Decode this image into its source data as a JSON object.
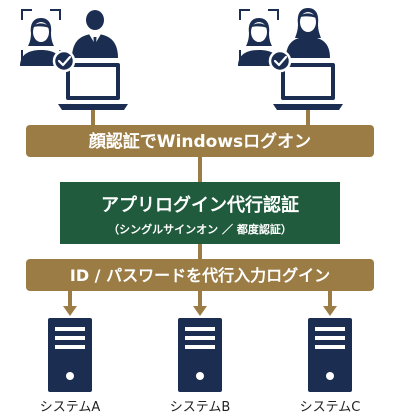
{
  "colors": {
    "navy": "#1b2e52",
    "gold": "#9c7c45",
    "green": "#1f5b3c",
    "connector": "#9c7c45",
    "white": "#ffffff",
    "label": "#222222"
  },
  "icons": {
    "left_group": [
      "face-frame-icon",
      "woman-icon",
      "businessman-icon",
      "check-badge-icon",
      "laptop-icon"
    ],
    "right_group": [
      "face-frame-icon",
      "woman-icon",
      "check-badge-icon",
      "laptop-icon"
    ],
    "servers": [
      "server-icon",
      "server-icon",
      "server-icon"
    ]
  },
  "banners": {
    "face_logon": "顔認証でWindowsログオン",
    "app_logon_title": "アプリログイン代行認証",
    "app_logon_subtitle": "（シングルサインオン ／ 都度認証）",
    "proxy_input": "ID / パスワードを代行入力ログイン"
  },
  "systems": [
    {
      "label": "システムA"
    },
    {
      "label": "システムB"
    },
    {
      "label": "システムC"
    }
  ]
}
